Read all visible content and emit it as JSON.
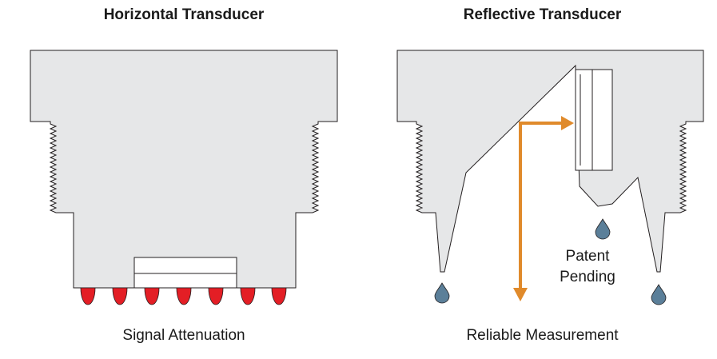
{
  "left_panel": {
    "title": "Horizontal Transducer",
    "caption": "Signal Attenuation"
  },
  "right_panel": {
    "title": "Reflective Transducer",
    "caption": "Reliable Measurement",
    "note_line1": "Patent",
    "note_line2": "Pending"
  },
  "colors": {
    "body_fill": "#e6e7e8",
    "outline": "#231f20",
    "droplet_red": "#e31e25",
    "droplet_blue": "#5b7f99",
    "arrow": "#e08a2b"
  }
}
